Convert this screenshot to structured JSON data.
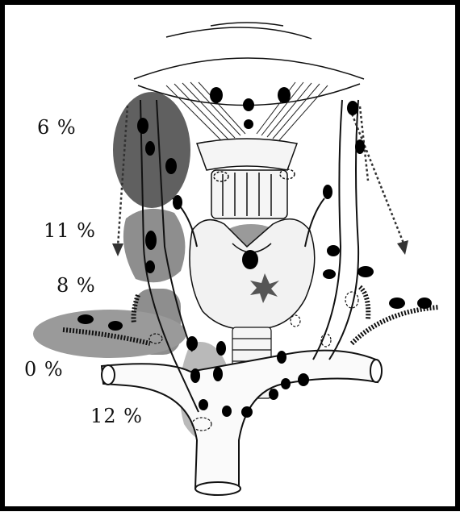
{
  "figure": {
    "percent_labels": [
      {
        "id": "upper-left",
        "text": "6 %"
      },
      {
        "id": "mid-left",
        "text": "11 %"
      },
      {
        "id": "paratracheal",
        "text": "8 %"
      },
      {
        "id": "lateral-lower",
        "text": "0 %"
      },
      {
        "id": "lower-central",
        "text": "12 %"
      }
    ],
    "colors": {
      "zone_dark": "#606060",
      "zone_medium": "#8e8e8e",
      "zone_light": "#b9b9b9",
      "node": "#000000",
      "tumor": "#555555",
      "line": "#111111"
    }
  }
}
